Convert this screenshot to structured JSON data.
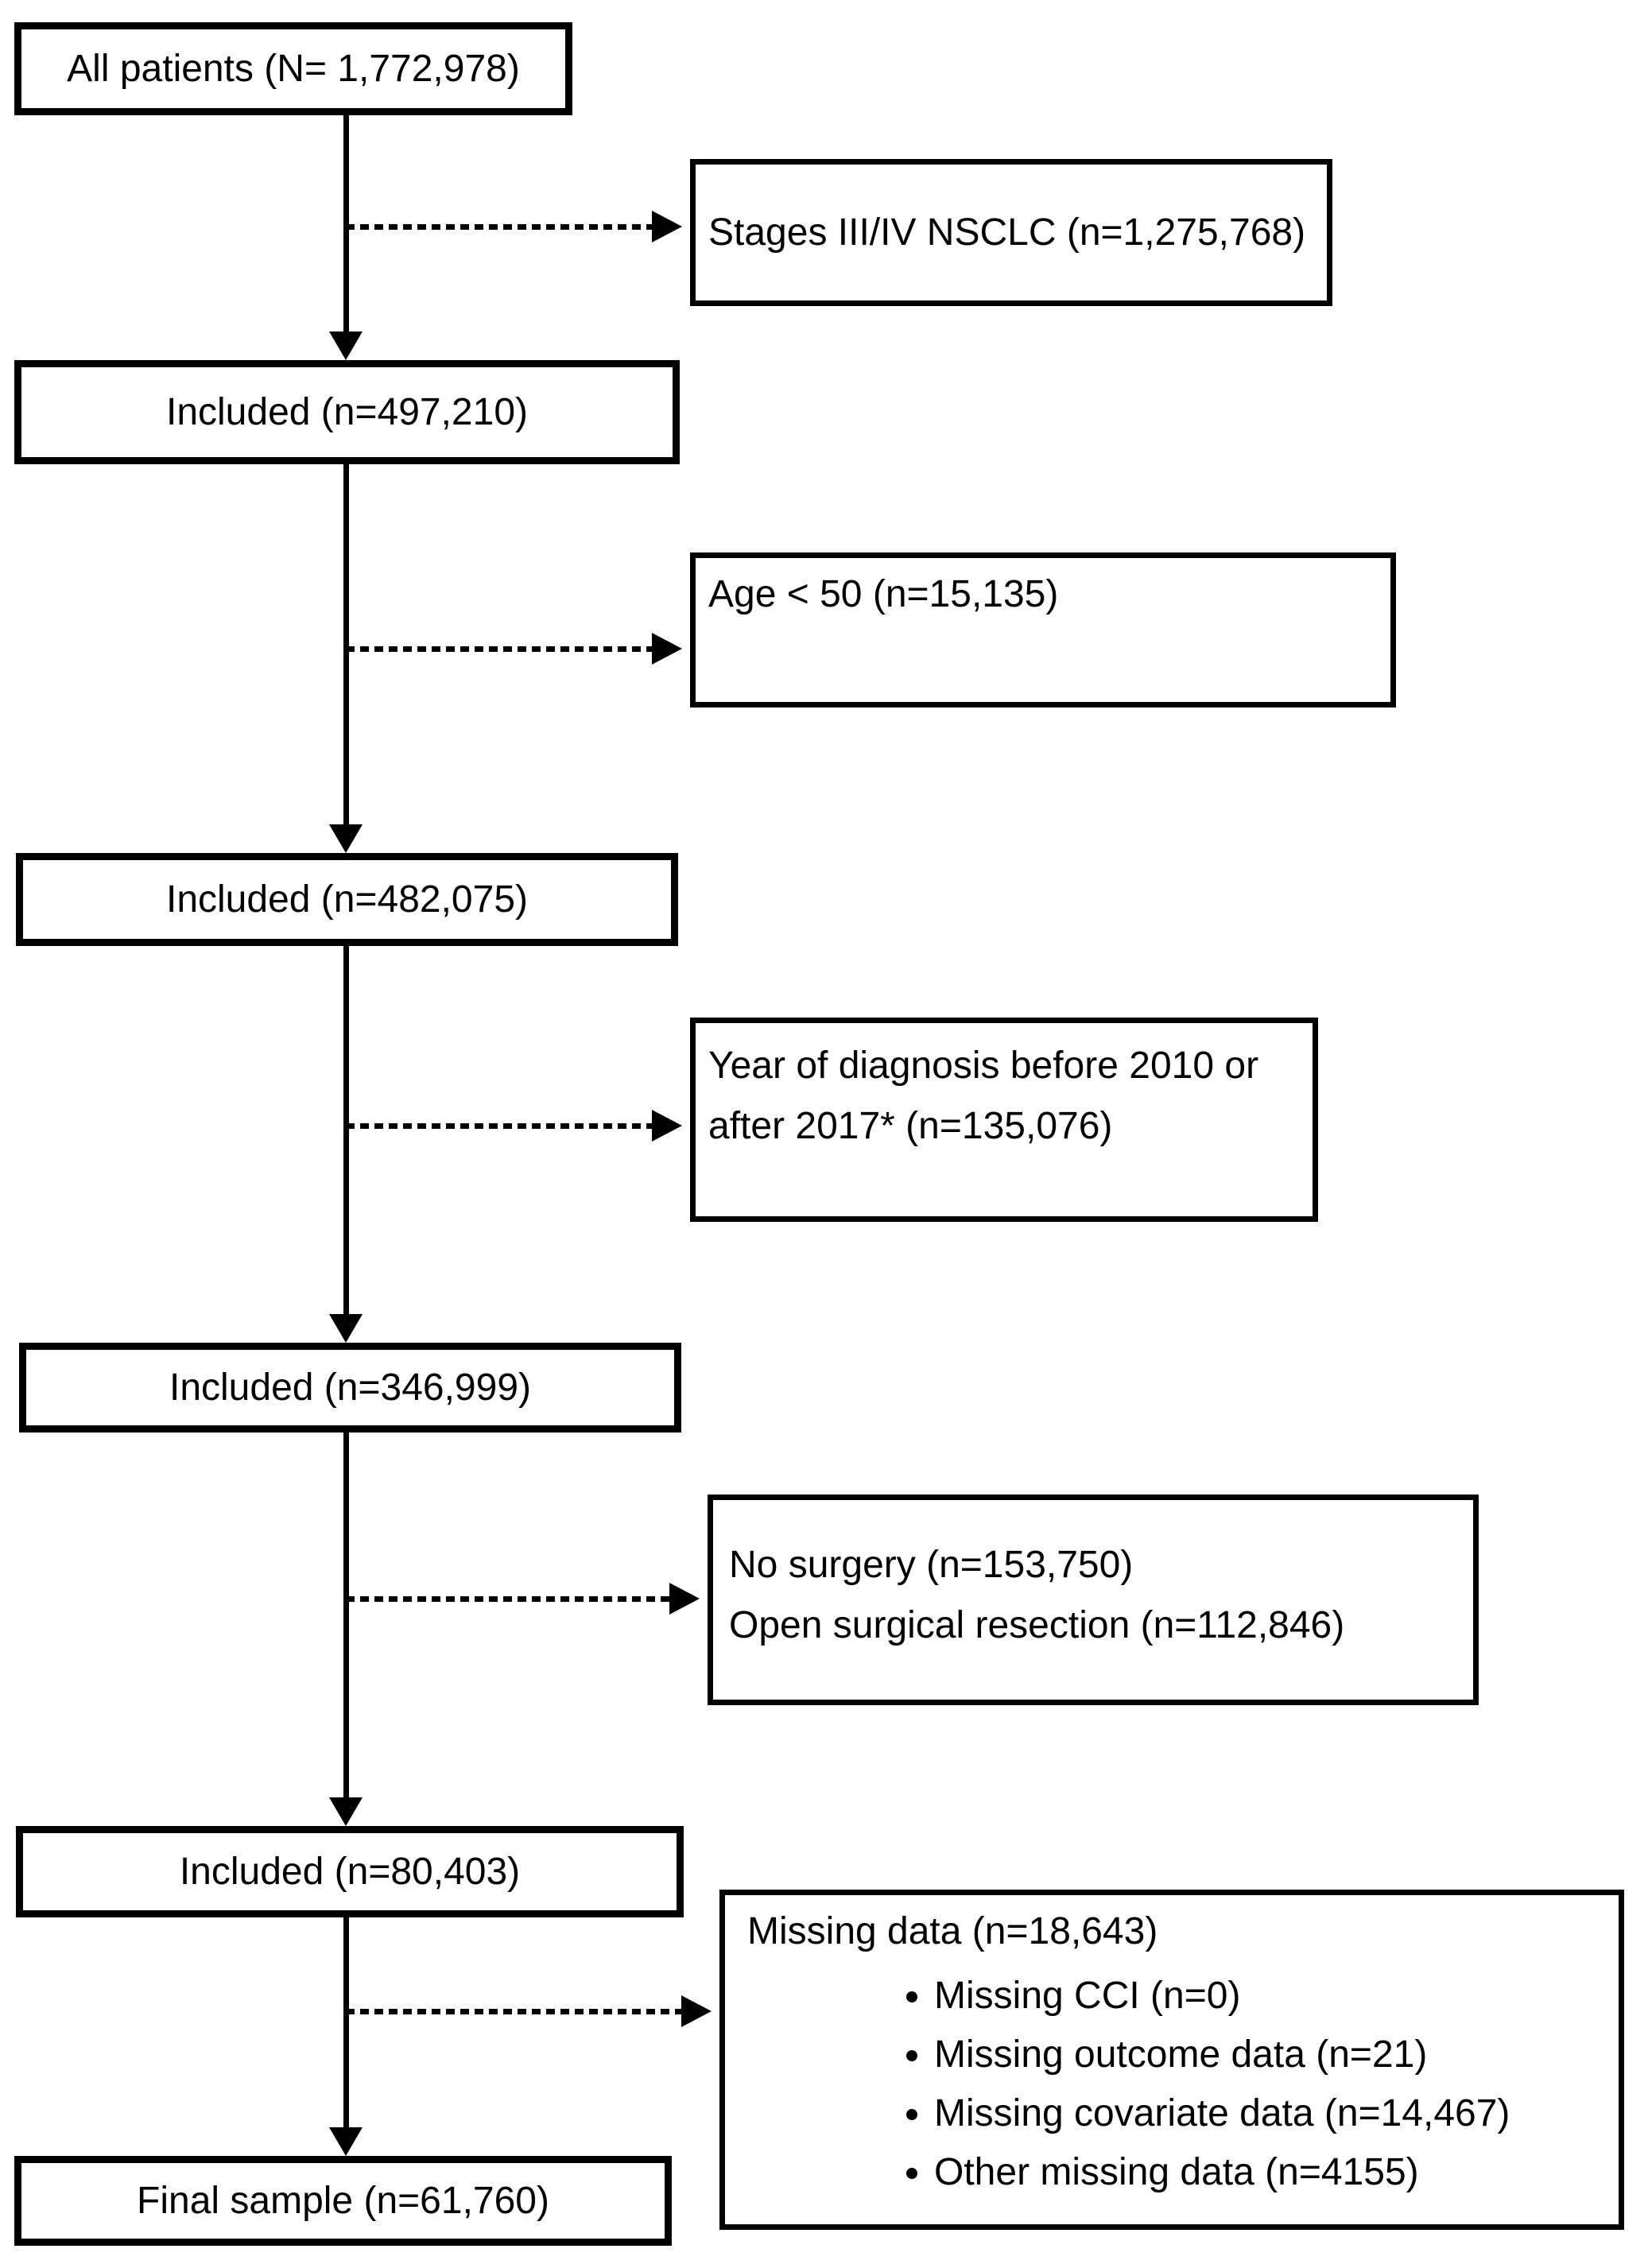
{
  "diagram": {
    "type": "patient-selection-flowchart",
    "colors": {
      "background": "#ffffff",
      "border": "#000000",
      "text": "#000000"
    },
    "main_flow": [
      {
        "label": "All patients (N= 1,772,978)"
      },
      {
        "label": "Included (n=497,210)"
      },
      {
        "label": "Included (n=482,075)"
      },
      {
        "label": "Included (n=346,999)"
      },
      {
        "label": "Included (n=80,403)"
      },
      {
        "label": "Final sample (n=61,760)"
      }
    ],
    "exclusions": [
      {
        "line1": "Stages III/IV NSCLC (n=1,275,768)"
      },
      {
        "line1": "Age < 50 (n=15,135)"
      },
      {
        "line1": "Year of diagnosis before 2010 or",
        "line2": "after 2017* (n=135,076)"
      },
      {
        "line1": "No surgery (n=153,750)",
        "line2": "Open surgical resection (n=112,846)"
      },
      {
        "title": "Missing data (n=18,643)",
        "bullets": [
          "Missing CCI (n=0)",
          "Missing outcome data (n=21)",
          "Missing covariate data (n=14,467)",
          "Other missing data (n=4155)"
        ]
      }
    ]
  }
}
